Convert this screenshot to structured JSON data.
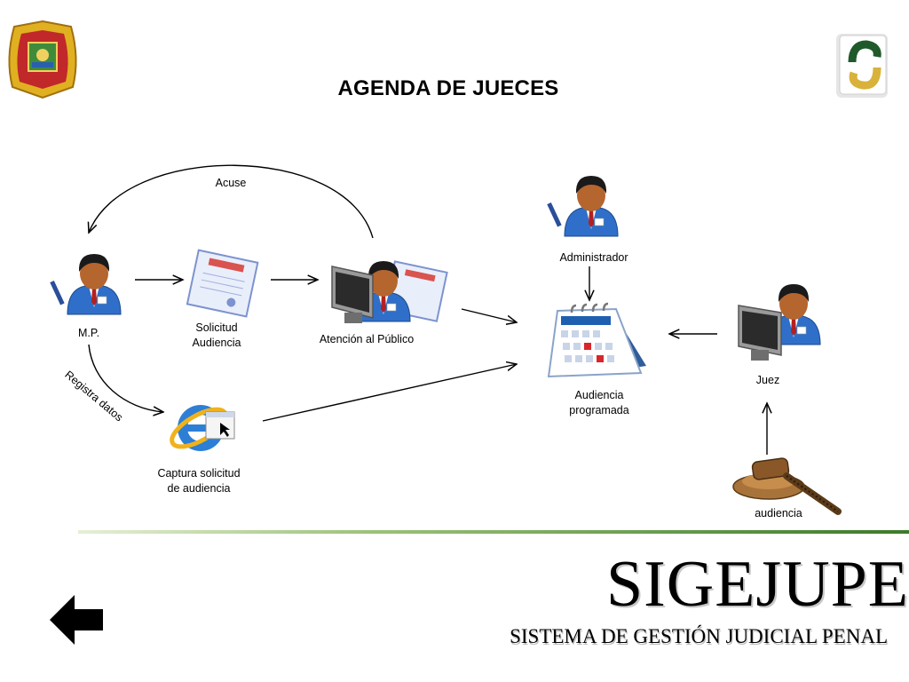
{
  "header": {
    "title": "AGENDA DE JUECES"
  },
  "nodes": {
    "mp": "M.P.",
    "solicitud": "Solicitud\nAudiencia",
    "atencion": "Atención al Público",
    "captura": "Captura solicitud\nde audiencia",
    "administrador": "Administrador",
    "agenda": "Audiencia\nprogramada",
    "juez": "Juez",
    "audiencia": "audiencia"
  },
  "edges": {
    "acuse": "Acuse",
    "registra": "Registra datos"
  },
  "footer": {
    "brand": "SIGEJUPE",
    "subtitle": "SISTEMA DE GESTIÓN JUDICIAL PENAL"
  },
  "icons": {
    "back": "back-arrow-icon",
    "seal": "state-seal-icon",
    "logo": "sigejupe-logo-icon"
  },
  "colors": {
    "person_shirt": "#2f6fc9",
    "divider_green": "#3c7a2a",
    "calendar_red": "#d9262b"
  }
}
